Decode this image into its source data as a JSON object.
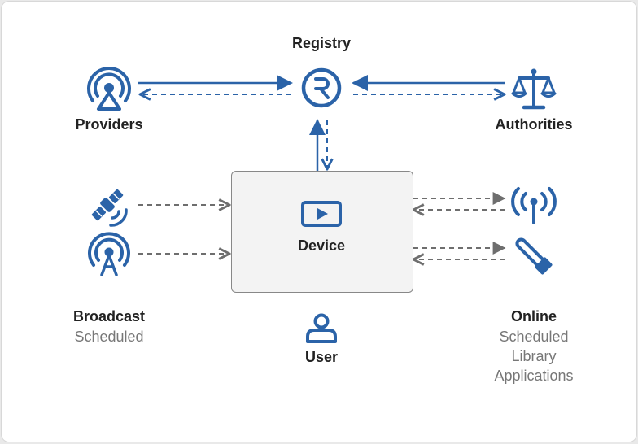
{
  "nodes": {
    "registry": {
      "label": "Registry"
    },
    "providers": {
      "label": "Providers"
    },
    "authorities": {
      "label": "Authorities"
    },
    "device": {
      "label": "Device"
    },
    "user": {
      "label": "User"
    },
    "broadcast": {
      "label": "Broadcast",
      "sublabels": [
        "Scheduled"
      ]
    },
    "online": {
      "label": "Online",
      "sublabels": [
        "Scheduled",
        "Library",
        "Applications"
      ]
    }
  },
  "icons": {
    "providers": "broadcast-antenna-icon",
    "registry": "registered-r-icon",
    "authorities": "balance-scale-icon",
    "satellite": "satellite-icon",
    "broadcast": "broadcast-tower-icon",
    "device": "video-player-icon",
    "online_signal": "wireless-antenna-icon",
    "online_cable": "network-cable-icon",
    "user": "user-icon"
  },
  "colors": {
    "accent": "#2b63a8",
    "arrow_gray": "#6e6e6e",
    "label": "#222222",
    "sublabel": "#777777",
    "device_fill": "#f3f3f3",
    "device_border": "#888888"
  }
}
